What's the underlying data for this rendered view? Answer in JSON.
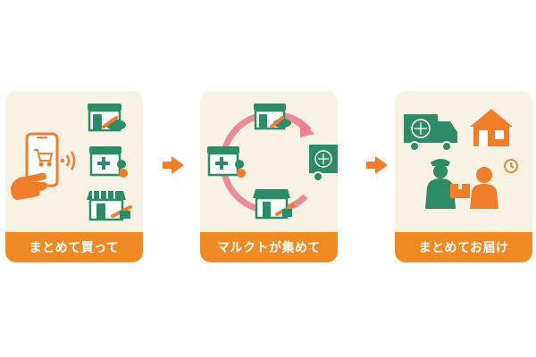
{
  "steps": [
    {
      "label": "まとめて買って"
    },
    {
      "label": "マルクトが集めて"
    },
    {
      "label": "まとめてお届け"
    }
  ],
  "colors": {
    "panel_bg": "#f7f2e4",
    "label_bg": "#f08a24",
    "green": "#2e8b67",
    "orange": "#f07d2a",
    "pink_arrow": "#e97a86"
  }
}
